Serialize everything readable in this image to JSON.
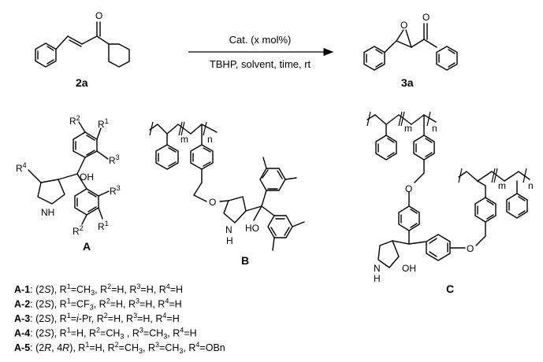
{
  "reaction": {
    "reactant_label": "2a",
    "product_label": "3a",
    "arrow_top": "Cat. (x mol%)",
    "arrow_bottom": "TBHP, solvent, time, rt",
    "reactant_o": "O",
    "product_o_carbonyl": "O",
    "product_o_epoxide": "O"
  },
  "structure_A": {
    "label": "A",
    "r4": "R",
    "r4_sup": "4",
    "nh": "NH",
    "oh": "OH",
    "r1_top": "R",
    "r1_top_sup": "1",
    "r2_top": "R",
    "r2_top_sup": "2",
    "r3_top": "R",
    "r3_top_sup": "3",
    "r1_bot": "R",
    "r1_bot_sup": "1",
    "r2_bot": "R",
    "r2_bot_sup": "2",
    "r3_bot": "R",
    "r3_bot_sup": "3"
  },
  "structure_B": {
    "label": "B",
    "m": "m",
    "n": "n",
    "o": "O",
    "nh": "N",
    "h": "H",
    "ho": "HO"
  },
  "structure_C": {
    "label": "C",
    "m1": "m",
    "n1": "n",
    "m2": "m",
    "n2": "n",
    "o1": "O",
    "o2": "O",
    "nh": "N",
    "h": "H",
    "oh": "OH"
  },
  "compounds": [
    {
      "id": "A-1",
      "desc_parts": [
        ": (2",
        "S",
        "), R",
        "1",
        "=CH",
        "3",
        ", R",
        "2",
        "=H, R",
        "3",
        "=H, R",
        "4",
        "=H"
      ]
    },
    {
      "id": "A-2",
      "desc_parts": [
        ": (2",
        "S",
        "), R",
        "1",
        "=CF",
        "3",
        ", R",
        "2",
        "=H, R",
        "3",
        "=H, R",
        "4",
        "=H"
      ]
    },
    {
      "id": "A-3",
      "desc_parts": [
        ": (2",
        "S",
        "), R",
        "1",
        "=",
        "i",
        "-Pr, R",
        "2",
        "=H, R",
        "3",
        "=H, R",
        "4",
        "=H"
      ]
    },
    {
      "id": "A-4",
      "desc_parts": [
        ": (2",
        "S",
        "), R",
        "1",
        "=H, R",
        "2",
        "=CH",
        "3",
        " , R",
        "3",
        "=CH",
        "3",
        ", R",
        "4",
        "=H"
      ]
    },
    {
      "id": "A-5",
      "desc_parts": [
        ": (2",
        "R",
        ", 4",
        "R",
        "), R",
        "1",
        "=H, R",
        "2",
        "=CH",
        "3",
        ", R",
        "3",
        "=CH",
        "3",
        ", R",
        "4",
        "=OBn"
      ]
    }
  ]
}
